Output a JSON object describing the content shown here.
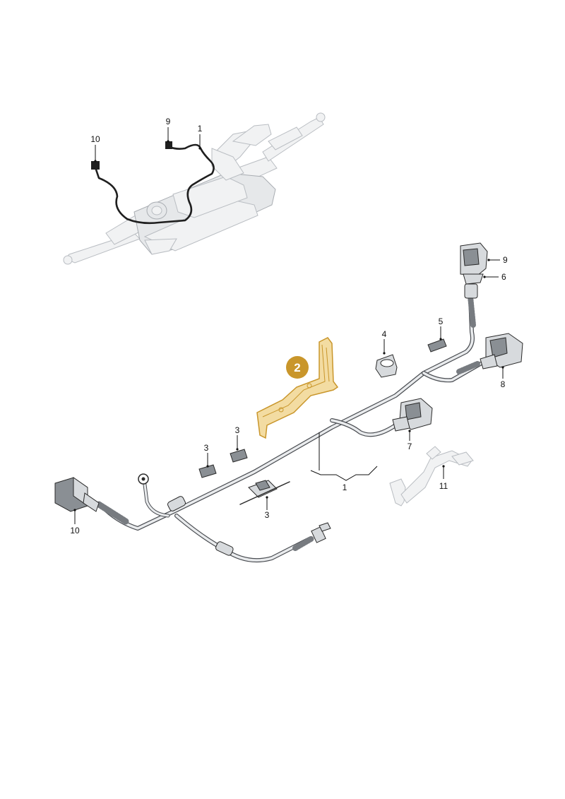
{
  "diagram": {
    "callouts": {
      "overview_harness": "1",
      "overview_connector_9": "9",
      "overview_connector_10": "10",
      "harness": "1",
      "bracket_highlighted": "2",
      "clip_left": "3",
      "clip_middle": "3",
      "clip_bottom": "3",
      "grommet_clip": "4",
      "clip_upper_right": "5",
      "connector_sleeve": "6",
      "connector_mid": "7",
      "connector_right": "8",
      "connector_top": "9",
      "connector_left": "10",
      "bracket_right": "11"
    },
    "colors": {
      "highlight_fill": "#f3dca2",
      "highlight_stroke": "#c9962b",
      "badge_fill": "#c9962b",
      "wire": "#4a4d52",
      "wire_inner": "#e9ebed",
      "overview_wire": "#1f1f1f"
    }
  }
}
